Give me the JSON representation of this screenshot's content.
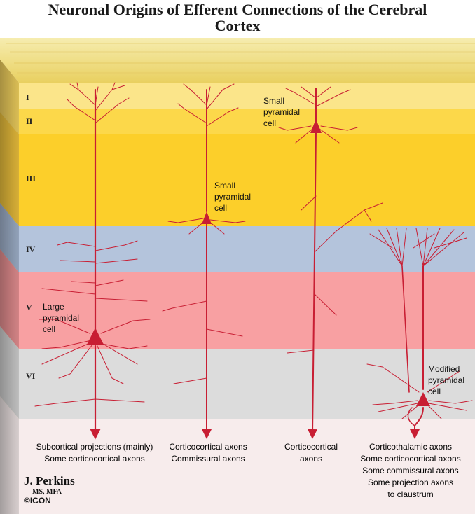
{
  "title": {
    "line1": "Neuronal Origins of Efferent Connections of the Cerebral",
    "line2": "Cortex"
  },
  "layers": [
    "I",
    "II",
    "III",
    "IV",
    "V",
    "VI"
  ],
  "cells": {
    "small_pyramidal_iii": [
      "Small",
      "pyramidal",
      "cell"
    ],
    "small_pyramidal_ii": [
      "Small",
      "pyramidal",
      "cell"
    ],
    "large_pyramidal": [
      "Large",
      "pyramidal",
      "cell"
    ],
    "modified_pyramidal": [
      "Modified",
      "pyramidal",
      "cell"
    ]
  },
  "outputs": {
    "col1": [
      "Subcortical projections (mainly)",
      "Some corticocortical axons"
    ],
    "col2": [
      "Corticocortical axons",
      "Commissural axons"
    ],
    "col3": [
      "Corticocortical",
      "axons"
    ],
    "col4": [
      "Corticothalamic axons",
      "Some corticocortical axons",
      "Some commissural axons",
      "Some projection axons",
      "to claustrum"
    ]
  },
  "credit": {
    "name": "J. Perkins",
    "degrees": "MS, MFA",
    "logo": "©ICON"
  },
  "colors": {
    "layer_i": "#fbe58a",
    "layer_ii": "#fcd84a",
    "layer_iii": "#fccf2a",
    "layer_iv": "#b4c4dc",
    "layer_v": "#f8a0a2",
    "layer_vi": "#dcdcdc",
    "white_matter": "#f7ecec",
    "neuron": "#c81e33"
  }
}
